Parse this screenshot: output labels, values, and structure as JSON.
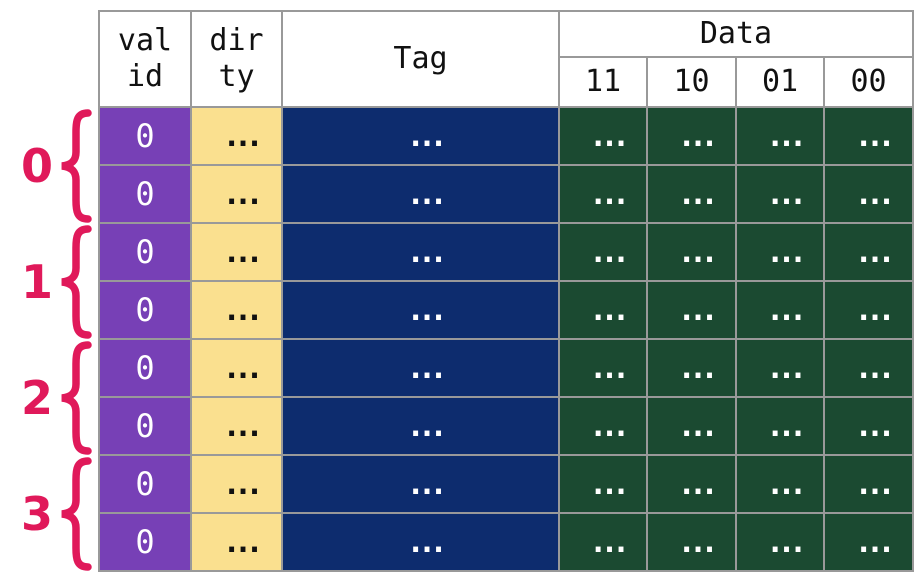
{
  "colors": {
    "purple": "#7740b6",
    "yellow": "#fae08f",
    "navy": "#0d2c6e",
    "green": "#1b4a31",
    "pink": "#e0195a",
    "border": "#999999",
    "header_bg": "#ffffff",
    "text": "#111111"
  },
  "table": {
    "header": {
      "valid": [
        "val",
        "id"
      ],
      "dirty": [
        "dir",
        "ty"
      ],
      "tag": "Tag",
      "data": "Data",
      "offsets": [
        "11",
        "10",
        "01",
        "00"
      ]
    }
  },
  "sets": [
    "0",
    "1",
    "2",
    "3"
  ],
  "rows": [
    {
      "valid": "0",
      "dirty": "...",
      "tag": "...",
      "data": [
        "...",
        "...",
        "...",
        "..."
      ]
    },
    {
      "valid": "0",
      "dirty": "...",
      "tag": "...",
      "data": [
        "...",
        "...",
        "...",
        "..."
      ]
    },
    {
      "valid": "0",
      "dirty": "...",
      "tag": "...",
      "data": [
        "...",
        "...",
        "...",
        "..."
      ]
    },
    {
      "valid": "0",
      "dirty": "...",
      "tag": "...",
      "data": [
        "...",
        "...",
        "...",
        "..."
      ]
    },
    {
      "valid": "0",
      "dirty": "...",
      "tag": "...",
      "data": [
        "...",
        "...",
        "...",
        "..."
      ]
    },
    {
      "valid": "0",
      "dirty": "...",
      "tag": "...",
      "data": [
        "...",
        "...",
        "...",
        "..."
      ]
    },
    {
      "valid": "0",
      "dirty": "...",
      "tag": "...",
      "data": [
        "...",
        "...",
        "...",
        "..."
      ]
    },
    {
      "valid": "0",
      "dirty": "...",
      "tag": "...",
      "data": [
        "...",
        "...",
        "...",
        "..."
      ]
    }
  ]
}
